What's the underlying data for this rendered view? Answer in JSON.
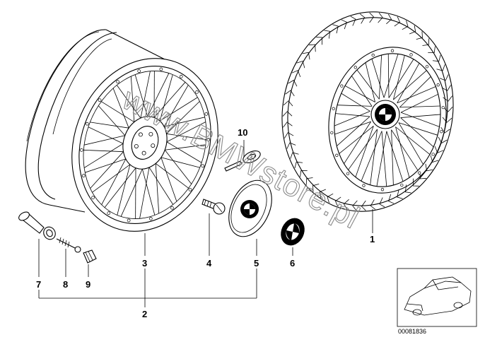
{
  "callouts": [
    {
      "id": "1",
      "label": "1"
    },
    {
      "id": "2",
      "label": "2"
    },
    {
      "id": "3",
      "label": "3"
    },
    {
      "id": "4",
      "label": "4"
    },
    {
      "id": "5",
      "label": "5"
    },
    {
      "id": "6",
      "label": "6"
    },
    {
      "id": "7",
      "label": "7"
    },
    {
      "id": "8",
      "label": "8"
    },
    {
      "id": "9",
      "label": "9"
    },
    {
      "id": "10",
      "label": "10"
    }
  ],
  "watermark": "www.BMWstore.pl",
  "reference_number": "00081836",
  "colors": {
    "line": "#000000",
    "background": "#ffffff",
    "watermark": "#8a8a8a"
  }
}
